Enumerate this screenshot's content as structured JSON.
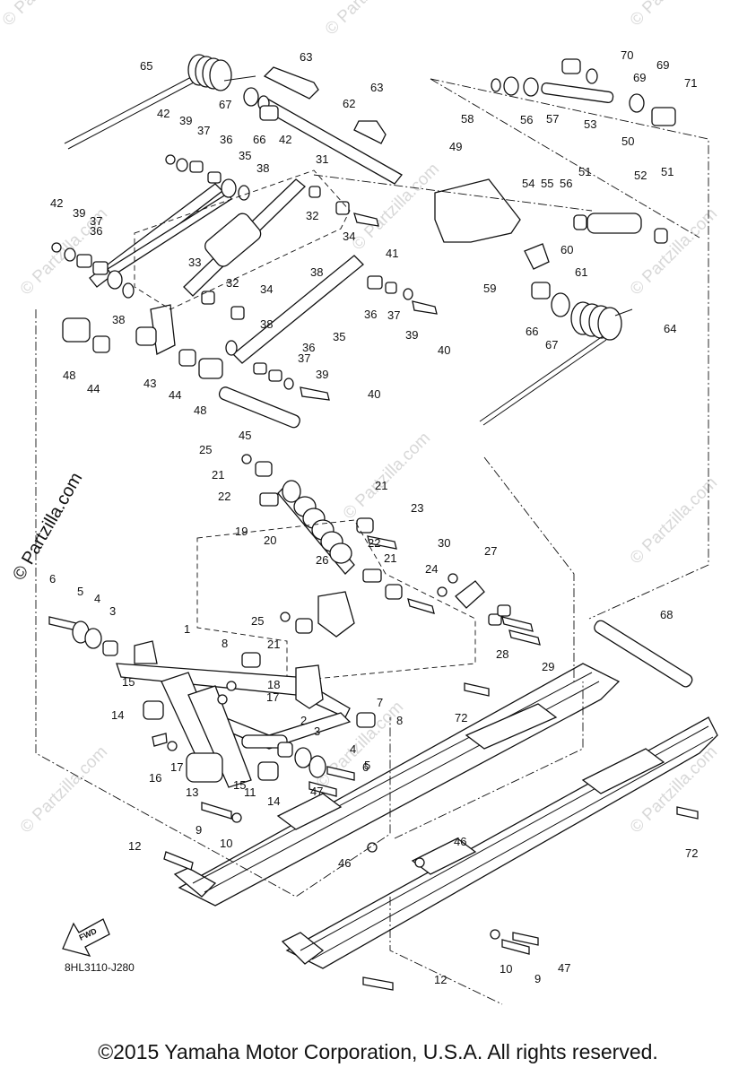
{
  "watermark": "© Partzilla.com",
  "brand_side": "© Partzilla.com",
  "diagram_code": "8HL3110-J280",
  "fwd_label": "FWD",
  "copyright": "©2015 Yamaha Motor Corporation, U.S.A. All rights reserved.",
  "callouts": [
    "1",
    "2",
    "3",
    "3",
    "4",
    "4",
    "5",
    "5",
    "6",
    "6",
    "7",
    "8",
    "8",
    "9",
    "9",
    "10",
    "10",
    "11",
    "12",
    "12",
    "13",
    "14",
    "14",
    "15",
    "15",
    "16",
    "17",
    "17",
    "18",
    "19",
    "20",
    "21",
    "21",
    "21",
    "21",
    "22",
    "22",
    "23",
    "24",
    "25",
    "25",
    "26",
    "27",
    "28",
    "29",
    "30",
    "31",
    "32",
    "32",
    "33",
    "34",
    "34",
    "35",
    "35",
    "36",
    "36",
    "36",
    "36",
    "37",
    "37",
    "37",
    "37",
    "38",
    "38",
    "38",
    "38",
    "39",
    "39",
    "39",
    "39",
    "40",
    "40",
    "41",
    "42",
    "42",
    "42",
    "43",
    "44",
    "44",
    "45",
    "46",
    "46",
    "47",
    "47",
    "48",
    "48",
    "49",
    "50",
    "51",
    "51",
    "52",
    "53",
    "54",
    "55",
    "56",
    "56",
    "57",
    "58",
    "59",
    "60",
    "61",
    "62",
    "63",
    "63",
    "64",
    "65",
    "66",
    "66",
    "67",
    "67",
    "68",
    "69",
    "69",
    "70",
    "71",
    "72",
    "72"
  ]
}
